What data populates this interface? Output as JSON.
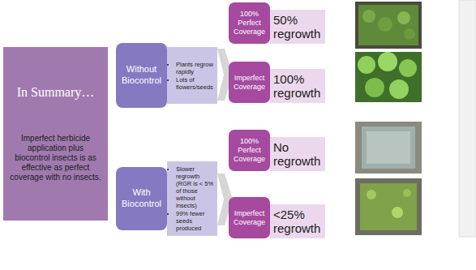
{
  "diagram": {
    "nodes": [
      {
        "text": [
          "In Summary…",
          "Imperfect herbicide application plus biocontrol insects is as effective as perfect coverage with no insects."
        ]
      },
      {
        "text": [
          "Without Biocontrol"
        ]
      },
      {
        "text": [
          "Plants regrow rapidly",
          "Lots of flowers/seeds"
        ]
      },
      {
        "text": [
          "100% Perfect Coverage"
        ]
      },
      {
        "text": [
          "50% regrowth"
        ]
      },
      {
        "text": [
          "Imperfect Coverage"
        ]
      },
      {
        "text": [
          "100% regrowth"
        ]
      },
      {
        "text": [
          "With Biocontrol"
        ]
      },
      {
        "text": [
          "Slower regrowth (RGR is < 5% of those without insects)",
          "99% fewer seeds produced"
        ]
      },
      {
        "text": [
          "100% Perfect Coverage"
        ]
      },
      {
        "text": [
          "No regrowth"
        ]
      },
      {
        "text": [
          "Imperfect Coverage"
        ]
      },
      {
        "text": [
          "<25% regrowth"
        ]
      }
    ]
  }
}
